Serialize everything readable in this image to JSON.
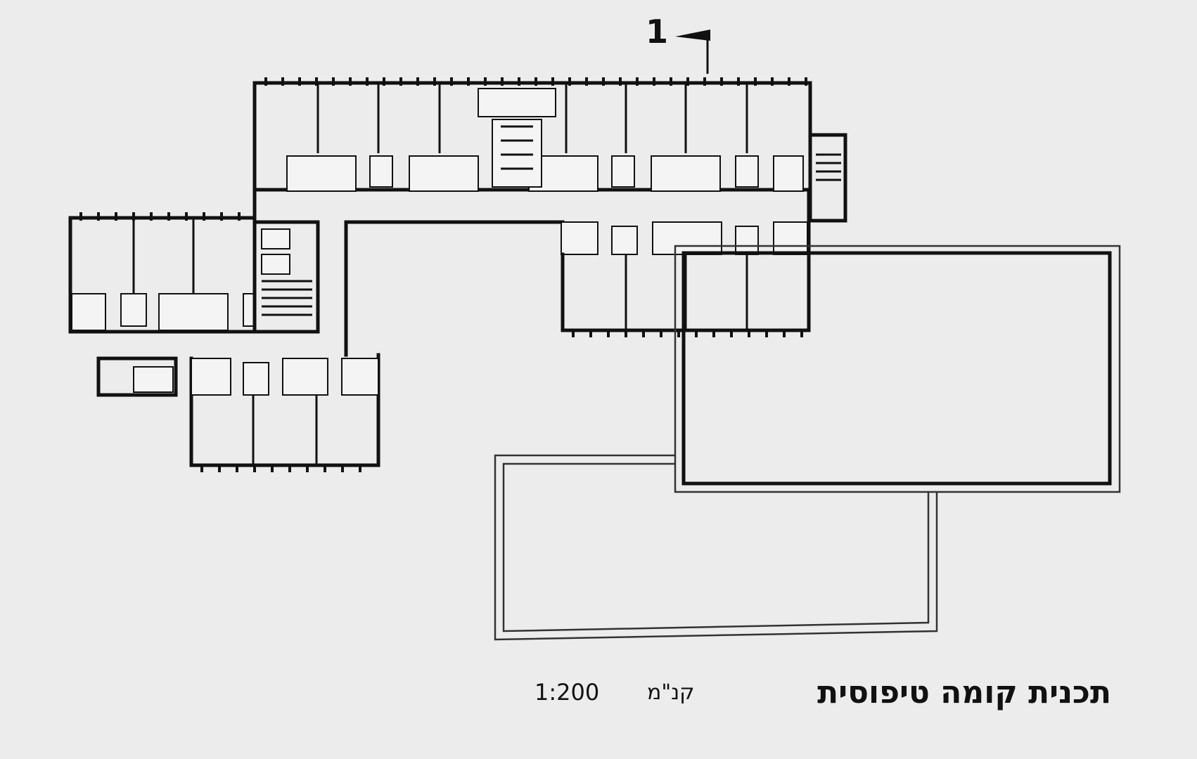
{
  "drawing": {
    "section_marker": "1",
    "title": "תכנית קומה טיפוסית",
    "scale_label": "קנ\"מ",
    "scale": "1:200"
  }
}
